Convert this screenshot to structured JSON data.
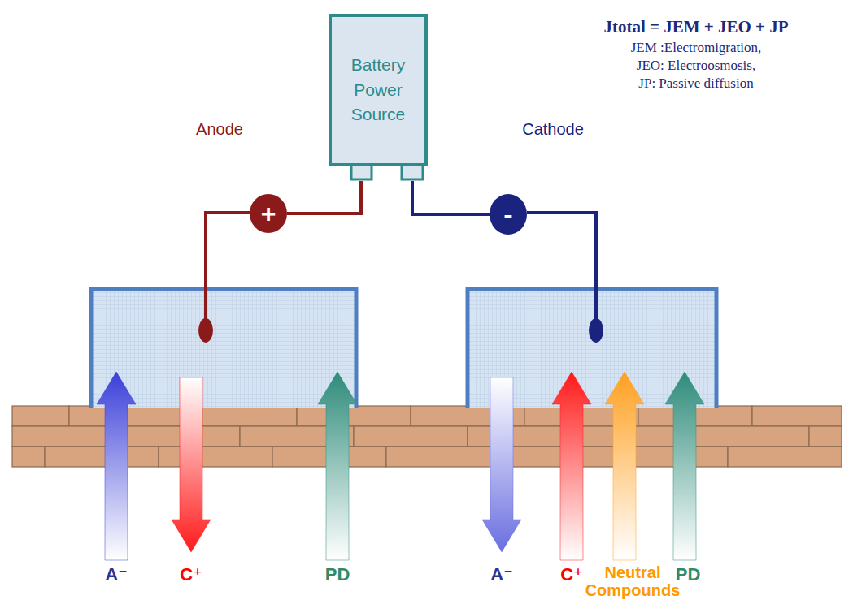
{
  "diagram": {
    "nodes": [
      {
        "text": [
          "Battery Power Source"
        ]
      },
      {
        "text": [
          "+"
        ]
      },
      {
        "text": [
          "-"
        ]
      }
    ],
    "edges": [
      {
        "from": 0,
        "to": 1,
        "arrow": "none"
      },
      {
        "from": 0,
        "to": 2,
        "arrow": "none"
      }
    ],
    "labels": [
      "Jtotal = JEM + JEO + JP",
      "JEM :Electromigration,",
      "JEO: Electroosmosis,",
      "JP: Passive diffusion",
      "Anode",
      "Cathode",
      "A⁻",
      "C⁺",
      "PD",
      "A⁻",
      "C⁺",
      "Neutral Compounds",
      "PD"
    ]
  }
}
